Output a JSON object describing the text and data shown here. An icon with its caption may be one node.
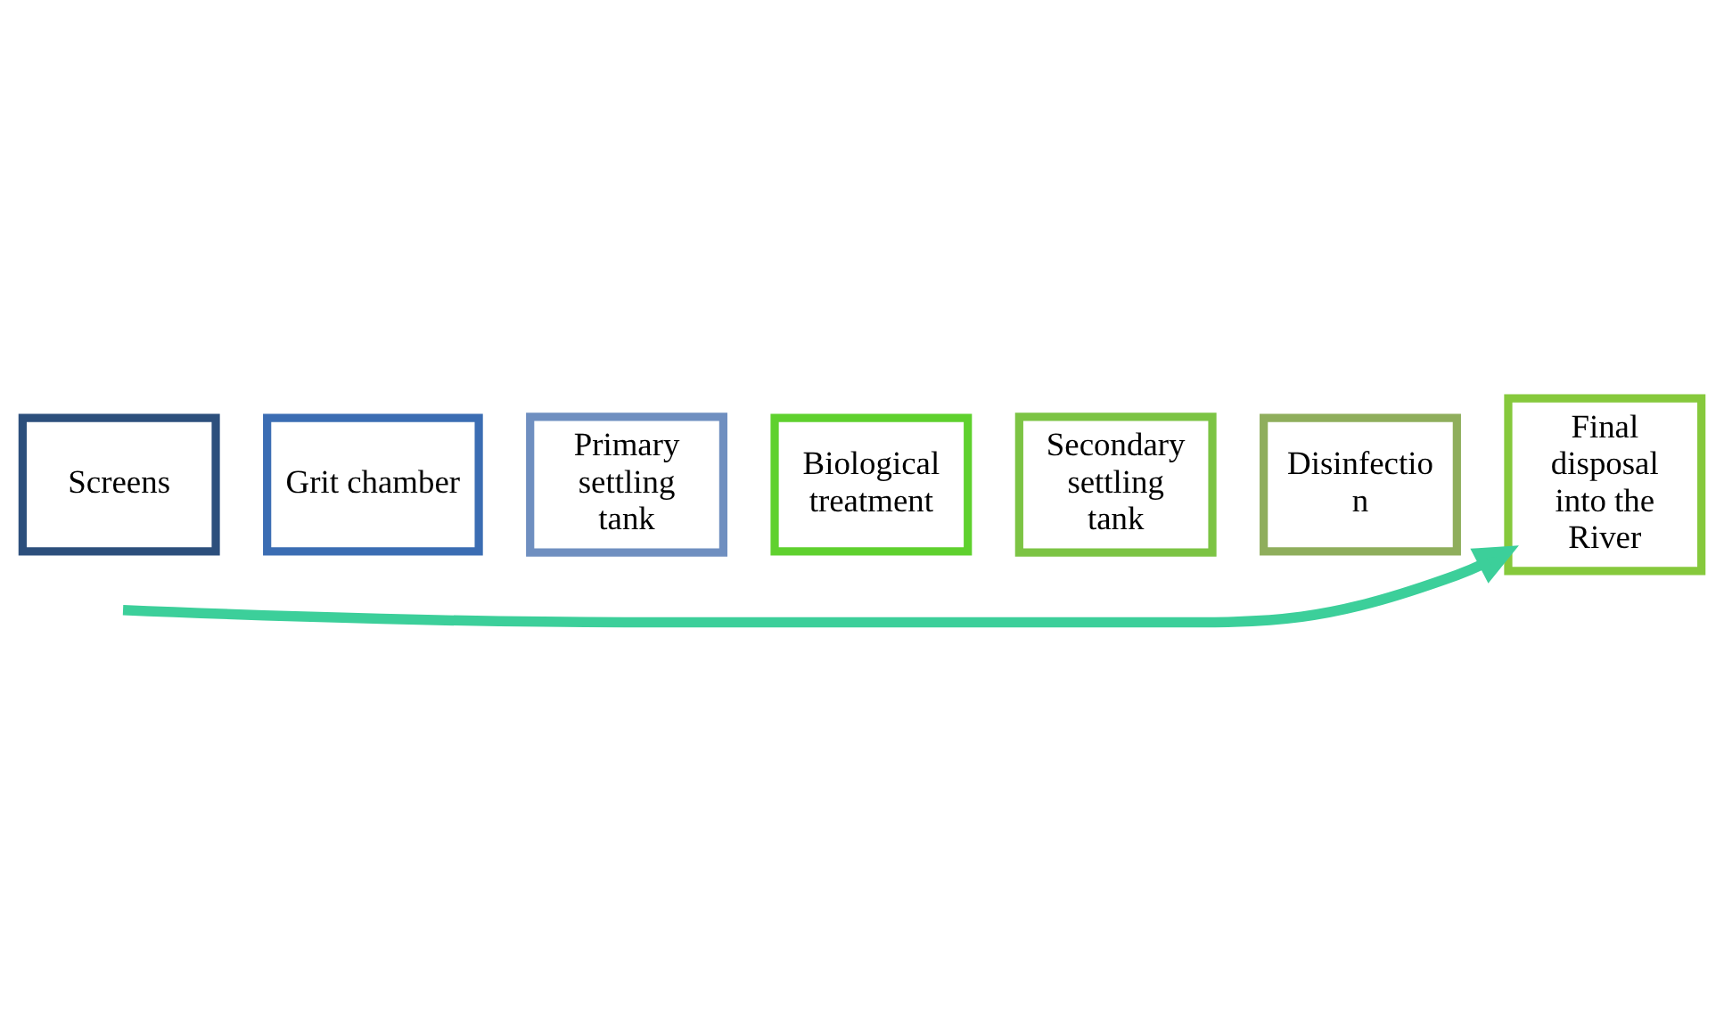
{
  "diagram": {
    "nodes": [
      {
        "text": [
          "Screens"
        ]
      },
      {
        "text": [
          "Grit chamber"
        ]
      },
      {
        "text": [
          "Primary settling tank"
        ]
      },
      {
        "text": [
          "Biological treatment"
        ]
      },
      {
        "text": [
          "Secondary settling tank"
        ]
      },
      {
        "text": [
          "Disinfectio n"
        ]
      },
      {
        "text": [
          "Final disposal into the River"
        ]
      }
    ],
    "edges": [
      {
        "from": null,
        "to": 6,
        "arrow": "to"
      }
    ]
  }
}
